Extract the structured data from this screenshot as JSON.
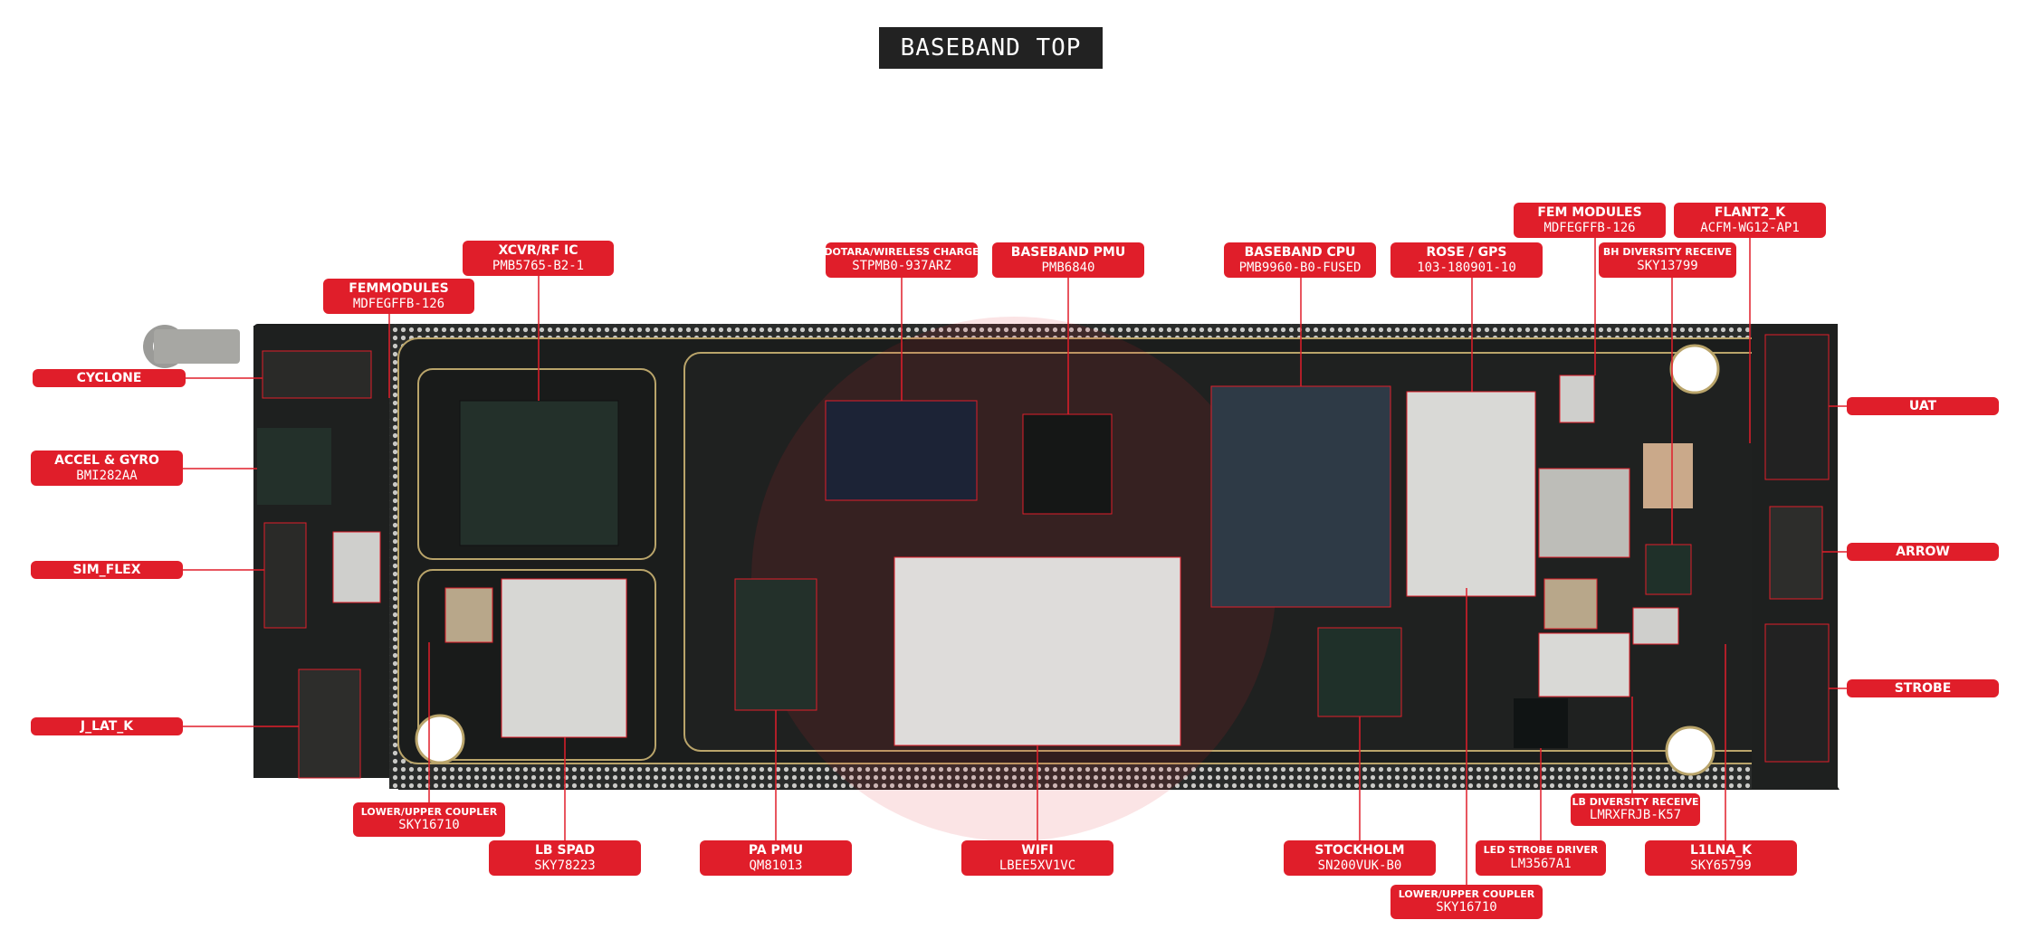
{
  "title": "BASEBAND TOP",
  "colors": {
    "accent": "#e01e2a",
    "board": "#1b1d1c",
    "title_bg": "#222222"
  },
  "labels": {
    "xcvr": {
      "name": "XCVR/RF IC",
      "code": "PMB5765-B2-1"
    },
    "femmodules_left": {
      "name": "FEMMODULES",
      "code": "MDFEGFFB-126"
    },
    "dotara": {
      "name": "DOTARA/WIRELESS CHARGE",
      "code": "STPMB0-937ARZ"
    },
    "baseband_pmu": {
      "name": "BASEBAND PMU",
      "code": "PMB6840"
    },
    "baseband_cpu": {
      "name": "BASEBAND CPU",
      "code": "PMB9960-B0-FUSED"
    },
    "rose_gps": {
      "name": "ROSE / GPS",
      "code": "103-180901-10"
    },
    "fem_modules_right": {
      "name": "FEM MODULES",
      "code": "MDFEGFFB-126"
    },
    "flant2": {
      "name": "FLANT2_K",
      "code": "ACFM-WG12-AP1"
    },
    "bh_diversity": {
      "name": "BH DIVERSITY RECEIVE",
      "code": "SKY13799"
    },
    "cyclone": {
      "name": "CYCLONE"
    },
    "accel_gyro": {
      "name": "ACCEL & GYRO",
      "code": "BMI282AA"
    },
    "sim_flex": {
      "name": "SIM_FLEX"
    },
    "j_lat_k": {
      "name": "J_LAT_K"
    },
    "uat": {
      "name": "UAT"
    },
    "arrow": {
      "name": "ARROW"
    },
    "strobe": {
      "name": "STROBE"
    },
    "coupler_left": {
      "name": "LOWER/UPPER COUPLER",
      "code": "SKY16710"
    },
    "lb_spad": {
      "name": "LB SPAD",
      "code": "SKY78223"
    },
    "pa_pmu": {
      "name": "PA PMU",
      "code": "QM81013"
    },
    "wifi": {
      "name": "WIFI",
      "code": "LBEE5XV1VC"
    },
    "stockholm": {
      "name": "STOCKHOLM",
      "code": "SN200VUK-B0"
    },
    "coupler_right": {
      "name": "LOWER/UPPER COUPLER",
      "code": "SKY16710"
    },
    "led_strobe": {
      "name": "LED STROBE DRIVER",
      "code": "LM3567A1"
    },
    "lb_diversity": {
      "name": "LB DIVERSITY RECEIVE",
      "code": "LMRXFRJB-K57"
    },
    "l1lna": {
      "name": "L1LNA_K",
      "code": "SKY65799"
    }
  }
}
